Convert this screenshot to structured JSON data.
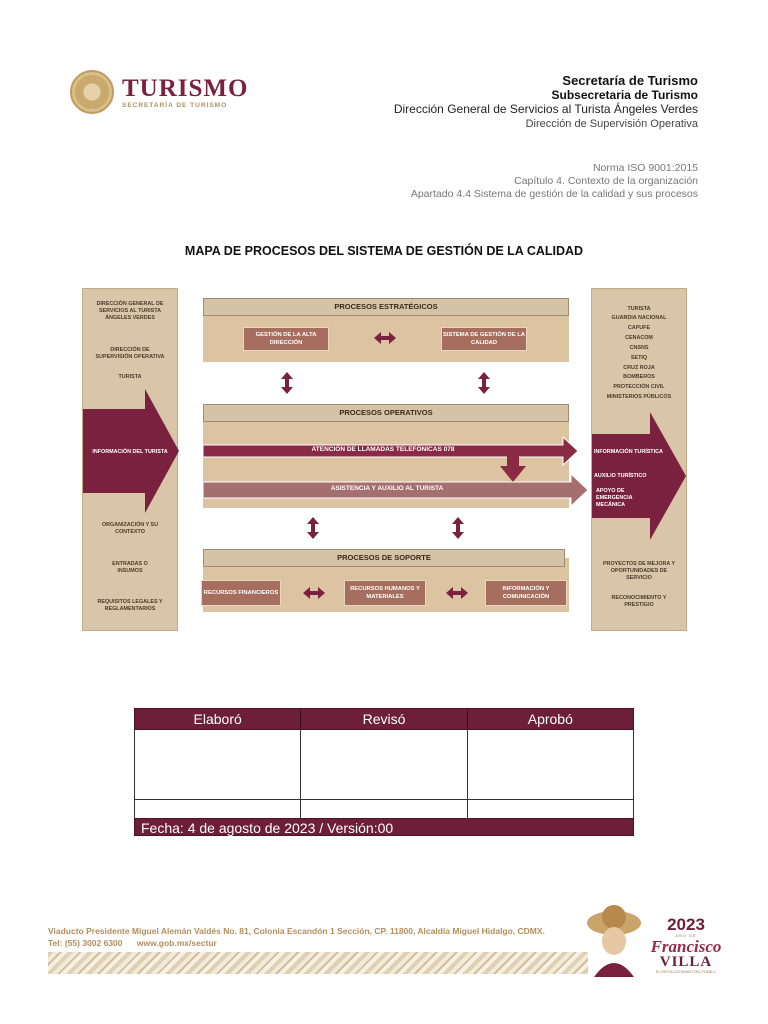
{
  "header": {
    "logo_title": "TURISMO",
    "logo_subtitle": "SECRETARÍA DE TURISMO",
    "line1": "Secretaría de Turismo",
    "line2": "Subsecretaria de Turismo",
    "line3": "Dirección General de Servicios al Turista Ángeles Verdes",
    "line4": "Dirección de Supervisión Operativa"
  },
  "norm": {
    "line1": "Norma ISO 9001:2015",
    "line2": "Capítulo 4. Contexto de la organización",
    "line3": "Apartado 4.4 Sistema de gestión de la calidad y sus procesos"
  },
  "map": {
    "title": "MAPA DE PROCESOS DEL SISTEMA DE GESTIÓN DE LA CALIDAD",
    "left": {
      "dg": "DIRECCIÓN GENERAL DE SERVICIOS AL TURISTA ÁNGELES VERDES",
      "dso": "DIRECCIÓN DE SUPERVISIÓN OPERATIVA",
      "turista": "TURISTA",
      "info": "INFORMACIÓN DEL TURISTA",
      "org": "ORGANIZACIÓN Y SU CONTEXTO",
      "entradas": "ENTRADAS O INSUMOS",
      "req": "REQUISITOS LEGALES Y REGLAMENTARIOS"
    },
    "right": {
      "turista": "TURISTA",
      "guardia": "GUARDIA NACIONAL",
      "capufe": "CAPUFE",
      "cenacom": "CENACOM",
      "cnsns": "CNSNS",
      "setiq": "SETIQ",
      "cruz": "CRUZ ROJA",
      "bomberos": "BOMBEROS",
      "pc": "PROTECCIÓN CIVIL",
      "mp": "MINISTERIOS PÚBLICOS",
      "info": "INFORMACIÓN TURÍSTICA",
      "auxilio": "AUXILIO TURÍSTICO",
      "apoyo": "APOYO DE EMERGENCIA MECÁNICA",
      "proyectos": "PROYECTOS DE MEJORA Y OPORTUNIDADES DE SERVICIO",
      "recon": "RECONOCIMIENTO Y PRESTIGIO"
    },
    "estrategicos": {
      "title": "PROCESOS ESTRATÉGICOS",
      "box1": "GESTIÓN DE LA ALTA DIRECCIÓN",
      "box2": "SISTEMA DE GESTIÓN DE LA CALIDAD"
    },
    "operativos": {
      "title": "PROCESOS OPERATIVOS",
      "arrow1": "ATENCIÓN DE LLAMADAS TELEFÓNICAS 078",
      "arrow2": "ASISTENCIA Y AUXILIO AL TURISTA"
    },
    "soporte": {
      "title": "PROCESOS DE SOPORTE",
      "box1": "RECURSOS FINANCIEROS",
      "box2": "RECURSOS HUMANOS Y MATERIALES",
      "box3": "INFORMACIÓN Y COMUNICACIÓN"
    }
  },
  "signatures": {
    "headers": [
      "Elaboró",
      "Revisó",
      "Aprobó"
    ],
    "footer": "Fecha: 4 de agosto de 2023 / Versión:00"
  },
  "footer": {
    "address": "Viaducto Presidente Miguel Alemán Valdés No. 81, Colonia Escandón 1 Sección, CP. 11800, Alcaldía Miguel Hidalgo, CDMX.",
    "tel": "Tel: (55) 3002 6300",
    "web": "www.gob.mx/sectur",
    "year": "2023",
    "year_sub": "AÑO DE",
    "name1": "Francisco",
    "name2": "VILLA",
    "tagline": "EL REVOLUCIONARIO DEL PUEBLO"
  },
  "colors": {
    "guinda": "#6d1f3a",
    "gold": "#b38e5d",
    "beige": "#d9c6a9"
  }
}
